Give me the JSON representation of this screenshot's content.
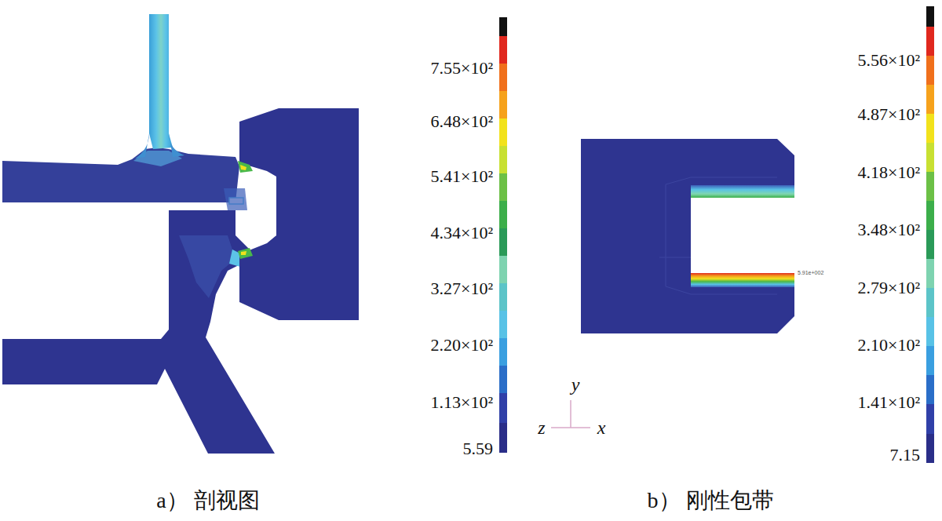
{
  "diagram": {
    "labels": [
      "7.55×10²",
      "6.48×10²",
      "5.41×10²",
      "4.34×10²",
      "3.27×10²",
      "2.20×10²",
      "1.13×10²",
      "5.59",
      "5.56×10²",
      "4.87×10²",
      "4.18×10²",
      "3.48×10²",
      "2.79×10²",
      "2.10×10²",
      "1.41×10²",
      "7.15",
      "5.91e+002",
      "y",
      "z",
      "x",
      "a） 剖视图",
      "b） 刚性包带"
    ]
  }
}
